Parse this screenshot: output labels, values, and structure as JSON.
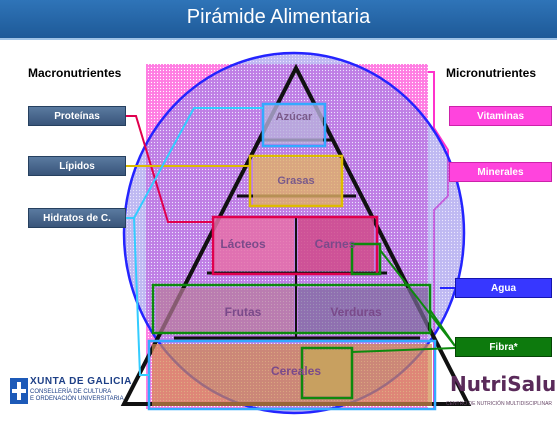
{
  "title": "Pirámide Alimentaria",
  "headings": {
    "macro": "Macronutrientes",
    "micro": "Micronutrientes"
  },
  "macronutrients": [
    "Proteínas",
    "Lípidos",
    "Hidratos de C."
  ],
  "micronutrients": [
    "Vitaminas",
    "Minerales"
  ],
  "others": {
    "agua": "Agua",
    "fibra": "Fibra*"
  },
  "pyramid": {
    "top": "Azúcar",
    "level2": "Grasas",
    "level3_left": "Lácteos",
    "level3_right": "Carnes",
    "level4_left": "Frutas",
    "level4_right": "Verduras",
    "base": "Cereales"
  },
  "logos": {
    "xunta": "XUNTA DE GALICIA",
    "xunta_sub1": "CONSELLERÍA DE CULTURA",
    "xunta_sub2": "E ORDENACIÓN UNIVERSITARIA",
    "nutri": "NutriSalud",
    "nutri_sub": "CENTRO DE NUTRICIÓN MULTIDISCIPLINAR"
  },
  "colors": {
    "title_bar": "#2466a8",
    "macro_box": "#4a6a92",
    "micro_box": "#ff44dd",
    "agua": "#3737ff",
    "fibra": "#0d7a0d",
    "pink_overlay": "#ff33cc",
    "blue_circle": "#2424ff"
  }
}
